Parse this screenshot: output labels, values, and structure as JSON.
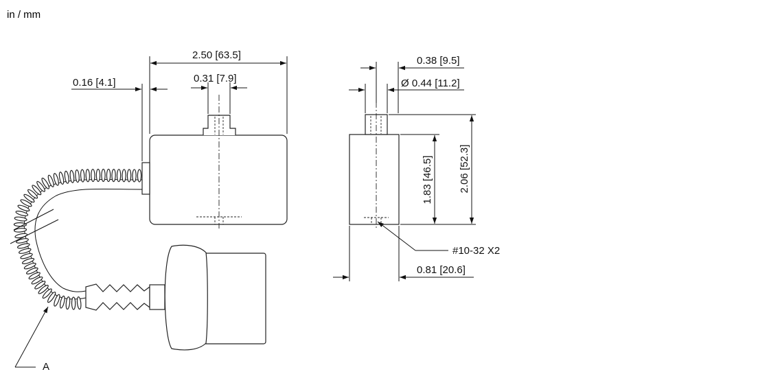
{
  "units_label": "in / mm",
  "dimensions": {
    "overall_length": "2.50 [63.5]",
    "stub_offset": "0.16 [4.1]",
    "stud_width": "0.31 [7.9]",
    "stud_width_side": "0.38 [9.5]",
    "diameter": "Ø 0.44 [11.2]",
    "body_height": "1.83 [46.5]",
    "overall_height": "2.06 [52.3]",
    "thread": "#10-32 X2",
    "depth": "0.81 [20.6]"
  },
  "callouts": {
    "cable": "A"
  }
}
